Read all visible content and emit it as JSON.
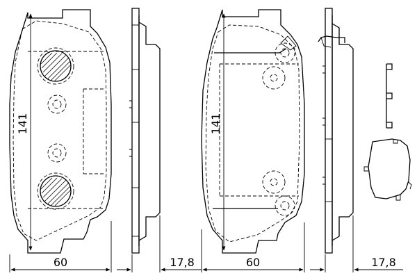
{
  "dimensions": {
    "pad1_height": "141",
    "pad1_width": "60",
    "pad1_thickness": "17,8",
    "pad2_height": "141",
    "pad2_width": "60",
    "pad2_thickness": "17,8"
  }
}
